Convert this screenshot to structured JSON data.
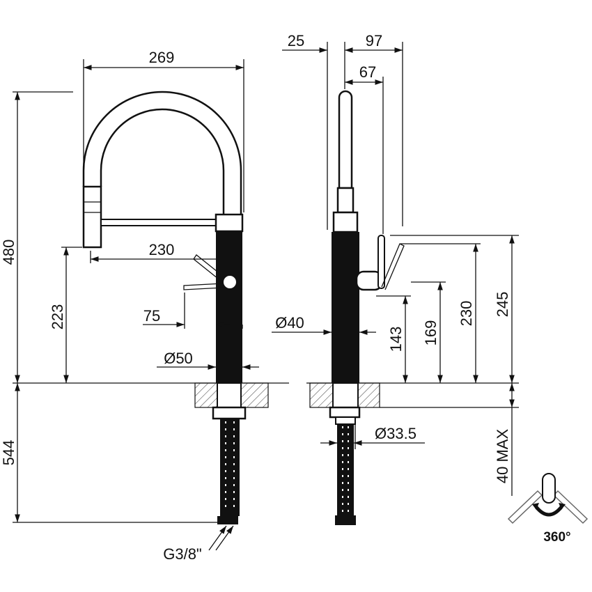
{
  "front_view": {
    "width_total": "269",
    "height_total": "480",
    "spout_reach": "230",
    "spout_height": "223",
    "lever_offset": "75",
    "body_diameter": "Ø50",
    "below_counter": "544",
    "connection": "G3/8\""
  },
  "side_view": {
    "offset_back": "25",
    "depth_total": "97",
    "lever_depth": "67",
    "body_diameter": "Ø40",
    "lever_height_low": "143",
    "lever_height_mid": "169",
    "lever_height_high": "230",
    "lever_height_max": "245",
    "shank_diameter": "Ø33.5",
    "counter_thickness": "40 MAX"
  },
  "rotation": {
    "label": "360°"
  },
  "colors": {
    "ink": "#111111",
    "background": "#ffffff"
  }
}
